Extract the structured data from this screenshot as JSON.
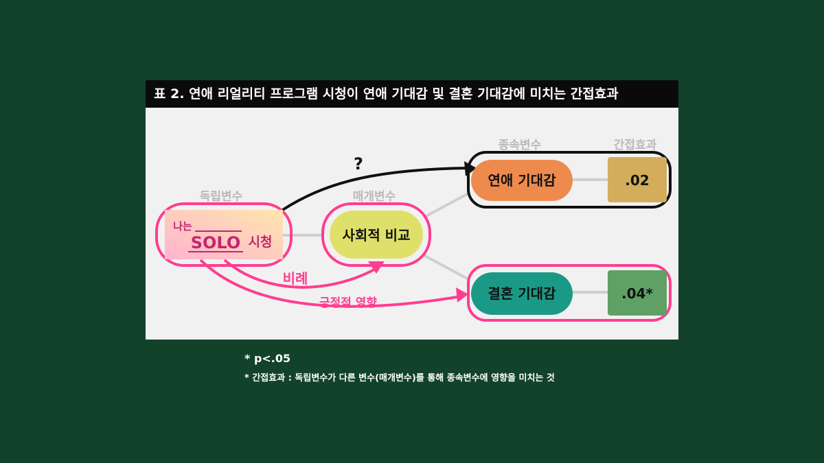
{
  "title": "표 2. 연애 리얼리티 프로그램 시청이 연애 기대감 및 결혼 기대감에 미치는 간접효과",
  "labels": {
    "independent": "독립변수",
    "mediator": "매개변수",
    "dependent": "종속변수",
    "indirect": "간접효과"
  },
  "nodes": {
    "source_prefix": "나는",
    "source_main": "SOLO",
    "source_suffix": "시청",
    "mediator": "사회적 비교",
    "dv1": "연애 기대감",
    "dv2": "결혼 기대감"
  },
  "effects": {
    "dv1": ".02",
    "dv2": ".04*"
  },
  "arrows": {
    "unknown": "?",
    "proportional": "비례",
    "positive": "긍정적 영향"
  },
  "notes": {
    "significance": "* p<.05",
    "definition": "* 간접효과 : 독립변수가 다른 변수(매개변수)를 통해 종속변수에 영향을 미치는 것"
  },
  "colors": {
    "background": "#12422a",
    "panel": "#f1f1f1",
    "pink": "#ff3d8f",
    "orange": "#ee8a4e",
    "teal": "#1a9a86",
    "yellow": "#dfe06a",
    "tan": "#d3ad5c",
    "green": "#5fa065"
  }
}
